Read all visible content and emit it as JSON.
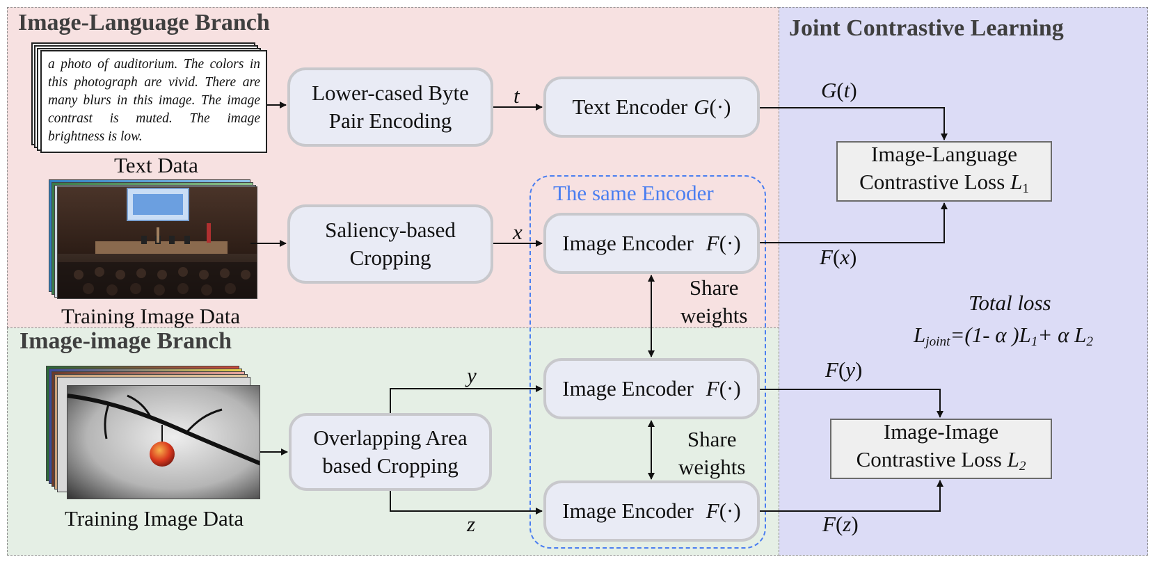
{
  "branches": {
    "image_language": "Image-Language Branch",
    "image_image": "Image-image Branch",
    "joint": "Joint Contrastive Learning"
  },
  "text_data": {
    "caption": "a photo of auditorium. The colors in this photograph are vivid. There are many blurs in this image. The image contrast is muted.  The image brightness is low.",
    "label": "Text Data"
  },
  "training_image_data_label_1": "Training Image Data",
  "training_image_data_label_2": "Training Image Data",
  "processing": {
    "bpe_line1": "Lower-cased Byte",
    "bpe_line2": "Pair Encoding",
    "saliency_line1": "Saliency-based",
    "saliency_line2": "Cropping",
    "overlap_line1": "Overlapping Area",
    "overlap_line2": "based Cropping"
  },
  "encoders": {
    "text_encoder": "Text Encoder",
    "text_fn": "G(·)",
    "image_encoder": "Image Encoder",
    "image_fn": "F(·)",
    "same_encoder": "The same Encoder",
    "share_line1": "Share",
    "share_line2": "weights"
  },
  "variables": {
    "t": "t",
    "x": "x",
    "y": "y",
    "z": "z",
    "gt": "G(t)",
    "fx": "F(x)",
    "fy": "F(y)",
    "fz": "F(z)"
  },
  "losses": {
    "il_line1": "Image-Language",
    "il_line2": "Contrastive Loss",
    "il_symbol": "L",
    "il_sub": "1",
    "ii_line1": "Image-Image",
    "ii_line2": "Contrastive Loss",
    "ii_symbol": "L",
    "ii_sub": "2",
    "total_label": "Total loss",
    "total_lhs": "L",
    "total_lhs_sub": "joint",
    "total_rhs_a": "=(1- α )L",
    "total_rhs_a_sub": "1",
    "total_rhs_b": "+  α L",
    "total_rhs_b_sub": "2"
  },
  "colors": {
    "image_language_bg": "#f7e1e1",
    "image_image_bg": "#e5efe5",
    "joint_bg": "#dcdcf6",
    "same_encoder_blue": "#4a7ef0",
    "pill_fill": "#e9ebf5",
    "pill_border": "#c8c8cc"
  }
}
